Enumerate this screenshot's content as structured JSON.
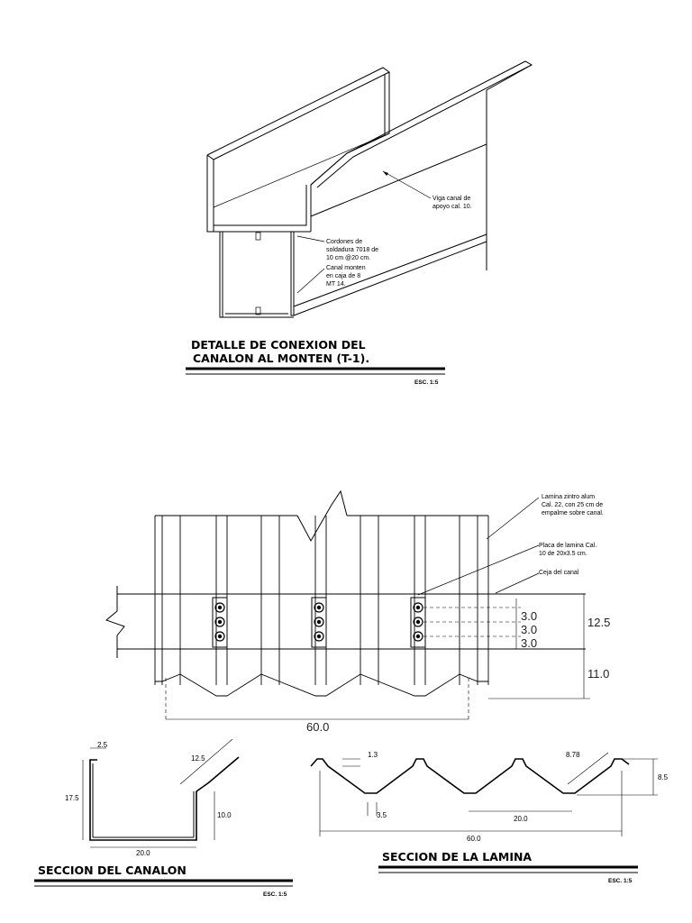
{
  "detail": {
    "title_line1": "DETALLE DE CONEXION DEL",
    "title_line2": "CANALON AL MONTEN (T-1).",
    "scale": "ESC. 1:5",
    "note_viga_1": "Viga canal de",
    "note_viga_2": "apoyo cal. 10.",
    "note_cord_1": "Cordones de",
    "note_cord_2": "soldadura 7018 de",
    "note_cord_3": "10 cm @20 cm.",
    "note_canal_1": "Canal monten",
    "note_canal_2": "en caja de 8",
    "note_canal_3": "MT 14."
  },
  "plan": {
    "note_lamina_1": "Lamina zintro alum",
    "note_lamina_2": "Cal. 22, con 25 cm de",
    "note_lamina_3": "empalme sobre canal.",
    "note_placa_1": "Placa de lamina Cal.",
    "note_placa_2": "10 de 20x3.5 cm.",
    "note_ceja": "Ceja del canal",
    "dim_30_a": "3.0",
    "dim_30_b": "3.0",
    "dim_30_c": "3.0",
    "dim_125": "12.5",
    "dim_110": "11.0",
    "dim_600": "60.0"
  },
  "section_canalon": {
    "title": "SECCION DEL CANALON",
    "scale": "ESC. 1:5",
    "dim_25": "2.5",
    "dim_125": "12.5",
    "dim_175": "17.5",
    "dim_100": "10.0",
    "dim_200": "20.0"
  },
  "section_lamina": {
    "title": "SECCION DE LA LAMINA",
    "scale": "ESC. 1:5",
    "dim_13": "1.3",
    "dim_878": "8.78",
    "dim_85": "8.5",
    "dim_35": "3.5",
    "dim_200": "20.0",
    "dim_600": "60.0"
  }
}
